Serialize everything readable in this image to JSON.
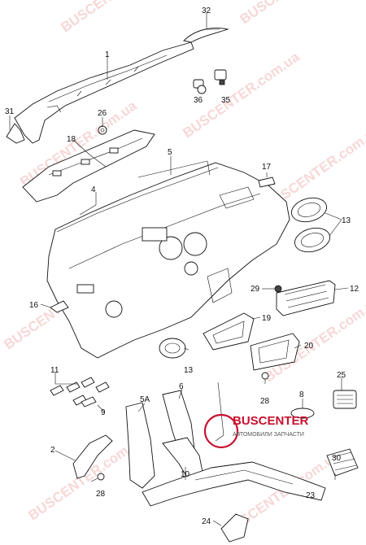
{
  "watermark": "BUSCENTER.com.ua",
  "logo": {
    "name": "BUSCENTER",
    "tagline": "АВТОМОБИЛИ ЗАПЧАСТИ"
  },
  "callouts": {
    "c1": "1",
    "c2": "2",
    "c4": "4",
    "c5": "5",
    "c5a": "5A",
    "c6": "6",
    "c8": "8",
    "c9": "9",
    "c10": "10",
    "c11": "11",
    "c12": "12",
    "c13a": "13",
    "c13b": "13",
    "c16": "16",
    "c17": "17",
    "c18": "18",
    "c19": "19",
    "c20": "20",
    "c23": "23",
    "c24": "24",
    "c25": "25",
    "c26": "26",
    "c28a": "28",
    "c28b": "28",
    "c29": "29",
    "c30": "30",
    "c31": "31",
    "c32": "32",
    "c35": "35",
    "c36": "36"
  }
}
